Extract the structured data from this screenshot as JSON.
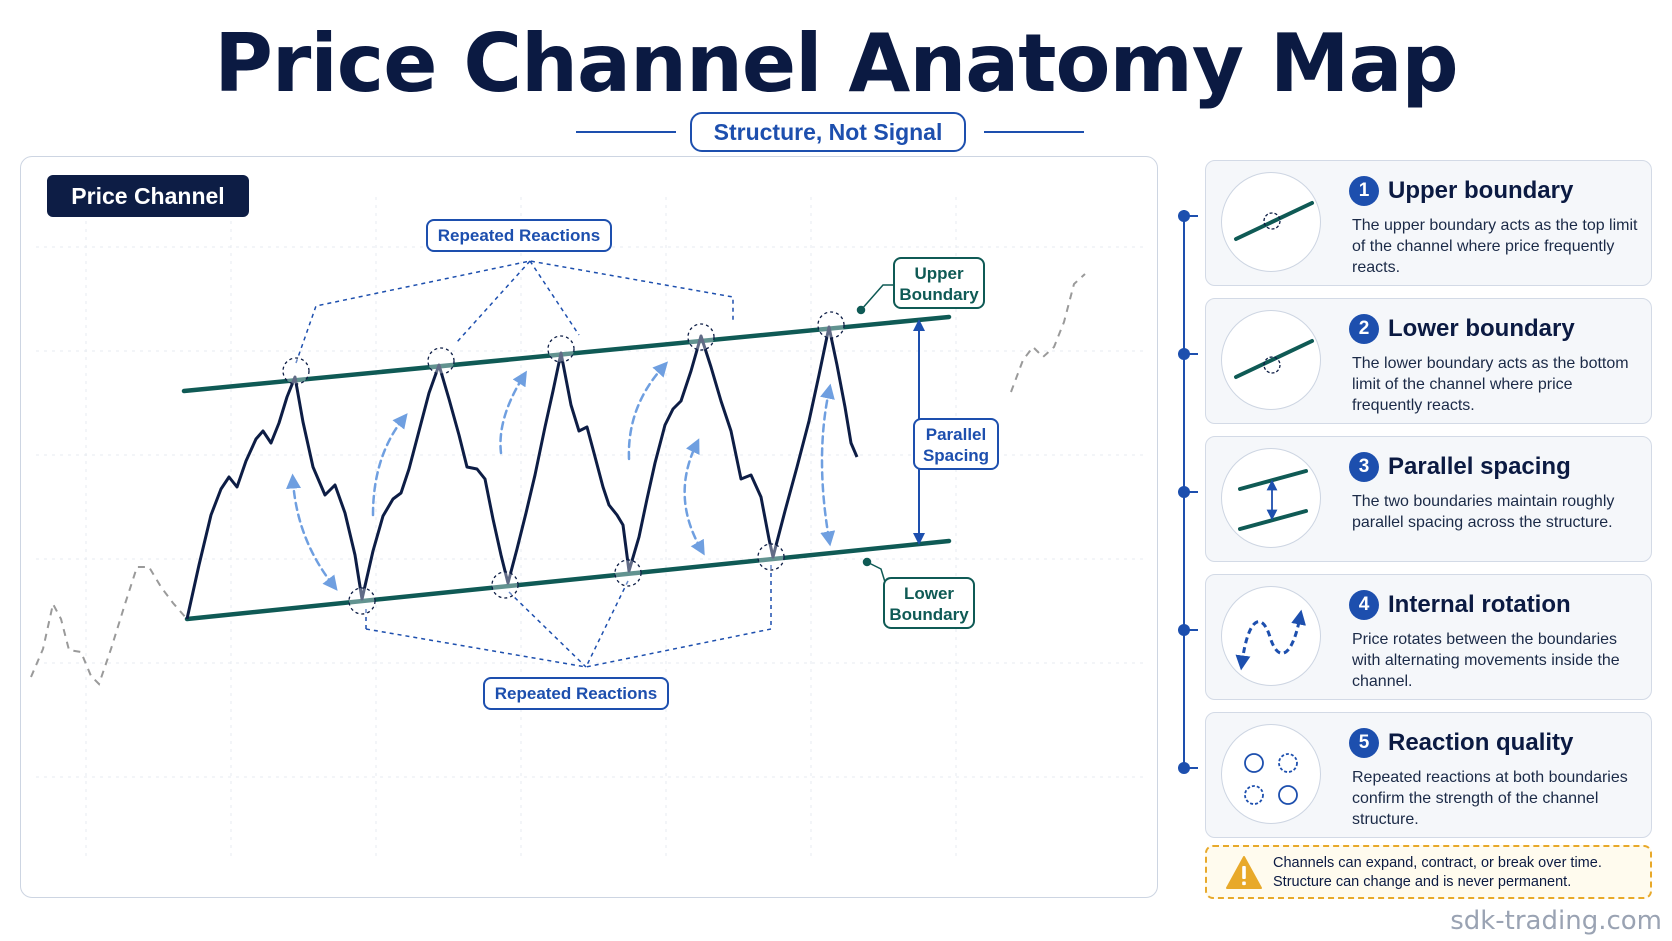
{
  "title": "Price Channel Anatomy Map",
  "subtitle": "Structure, Not Signal",
  "diagram": {
    "tag": "Price Channel",
    "callout_top": "Repeated Reactions",
    "callout_bottom": "Repeated Reactions",
    "upper_label": [
      "Upper",
      "Boundary"
    ],
    "lower_label": [
      "Lower",
      "Boundary"
    ],
    "spacing_label": [
      "Parallel",
      "Spacing"
    ]
  },
  "cards": [
    {
      "num": "1",
      "title": "Upper boundary",
      "body": "The upper boundary acts as the top limit of the channel where price frequently reacts.",
      "icon": "upper-line-icon"
    },
    {
      "num": "2",
      "title": "Lower boundary",
      "body": "The lower boundary acts as the bottom limit of the channel where price frequently reacts.",
      "icon": "lower-line-icon"
    },
    {
      "num": "3",
      "title": "Parallel spacing",
      "body": "The two boundaries maintain roughly parallel spacing across the structure.",
      "icon": "parallel-lines-icon"
    },
    {
      "num": "4",
      "title": "Internal rotation",
      "body": "Price rotates between the boundaries with alternating movements inside the channel.",
      "icon": "wave-arrows-icon"
    },
    {
      "num": "5",
      "title": "Reaction quality",
      "body": "Repeated reactions at both boundaries confirm the strength of the channel structure.",
      "icon": "reaction-circles-icon"
    }
  ],
  "warning": {
    "line1": "Channels can expand, contract, or break over time.",
    "line2": "Structure can change and is never permanent."
  },
  "footer": "sdk-trading.com",
  "colors": {
    "navy": "#0b1a42",
    "accent_blue": "#1d4fae",
    "channel_green": "#0f5a55",
    "arrow_blue": "#6f9fe0",
    "warning": "#e8a92a"
  }
}
